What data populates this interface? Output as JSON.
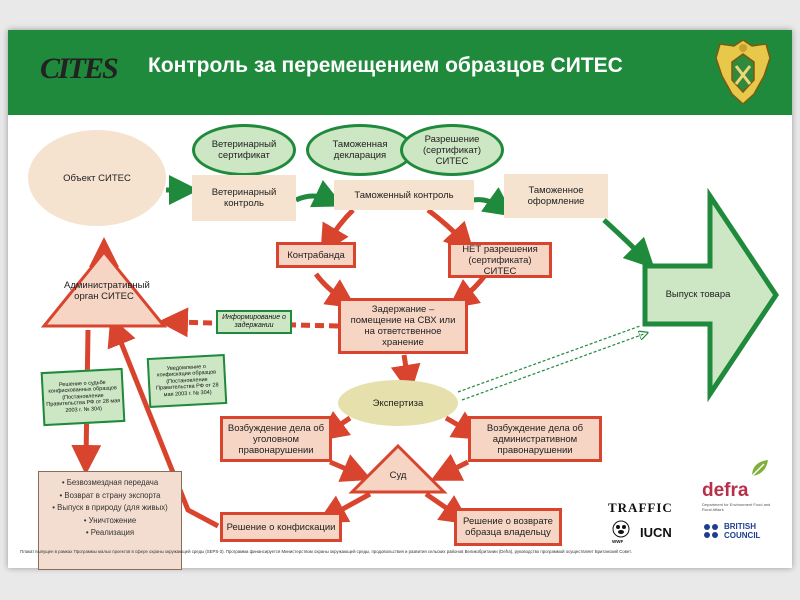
{
  "title": "Контроль за перемещением образцов СИТЕС",
  "logo_text": "CITES",
  "nodes": {
    "object": "Объект СИТЕС",
    "vet_cert": "Ветеринарный сертификат",
    "customs_decl": "Таможенная декларация",
    "permit": "Разрешение (сертификат) СИТЕС",
    "vet_control": "Ветеринарный контроль",
    "customs_control": "Таможенный контроль",
    "customs_clearance": "Таможенное оформление",
    "release": "Выпуск товара",
    "contraband": "Контрабанда",
    "no_permit": "НЕТ разрешения (сертификата) СИТЕС",
    "detention": "Задержание – помещение на СВХ или на ответственное хранение",
    "admin_body": "Административный орган СИТЕС",
    "info_detention": "Информирование о задержании",
    "fate_decision": "Решение о судьбе конфискованных образцов (Постановление Правительства РФ от 28 мая 2003 г. № 304)",
    "notice_confiscation": "Уведомление о конфискации образцов (Постановление Правительства РФ от 28 мая 2003 г. № 304)",
    "expertise": "Экспертиза",
    "criminal_case": "Возбуждение дела об уголовном правонарушении",
    "admin_case": "Возбуждение дела об административном правонарушении",
    "court": "Суд",
    "confiscation_decision": "Решение о конфискации",
    "return_decision": "Решение о возврате образца владельцу"
  },
  "actions": [
    "• Безвозмездная передача",
    "• Возврат в страну экспорта",
    "• Выпуск в природу (для живых)",
    "• Уничтожение",
    "• Реализация"
  ],
  "partners": {
    "traffic": "TRAFFIC",
    "wwf": "WWF",
    "iucn": "IUCN",
    "defra": "defra",
    "defra_sub": "Department for Environment Food and Rural Affairs",
    "british_council": "BRITISH COUNCIL"
  },
  "footer": "Плакат выпущен в рамках Программы малых проектов в сфере охраны окружающей среды (SEPS-3). Программа финансируется Министерством охраны окружающей среды, продовольствия и развития сельских районов Великобритании (Defra), руководство программой осуществляет Британский Совет.",
  "colors": {
    "green": "#1f8a3c",
    "red": "#d9442e",
    "pink": "#f7d5c4",
    "light_green": "#cde6c4",
    "beige": "#f5e3cf"
  }
}
